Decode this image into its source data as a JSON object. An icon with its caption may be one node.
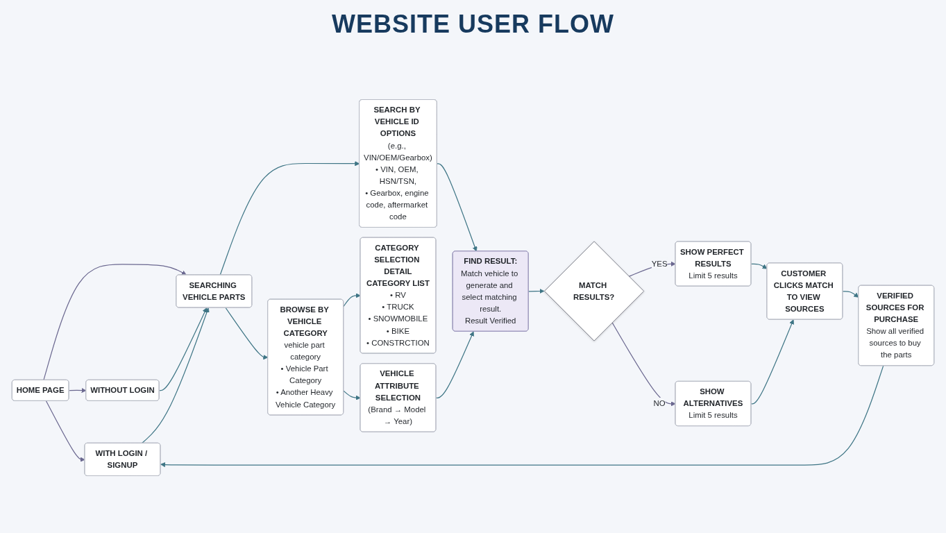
{
  "diagram": {
    "title": "WEBSITE USER FLOW",
    "nodes": [
      {
        "text": [
          "WITHOUT LOGIN"
        ]
      },
      {
        "text": [
          "HOME PAGE"
        ]
      },
      {
        "text": [
          "WITH LOGIN / SIGNUP"
        ]
      },
      {
        "text": [
          "SEARCHING VEHICLE PARTS"
        ]
      },
      {
        "text": [
          "SEARCH BY VEHICLE ID OPTIONS",
          "(e.g., VIN/OEM/Gearbox)",
          "• VIN, OEM, HSN/TSN,",
          "• Gearbox, engine code, aftermarket code"
        ]
      },
      {
        "text": [
          "BROWSE BY VEHICLE CATEGORY",
          "vehicle part category",
          "• Vehicle Part Category",
          "• Another Heavy Vehicle Category"
        ]
      },
      {
        "text": [
          "CATEGORY SELECTION DETAIL",
          "CATEGORY LIST",
          "• RV",
          "• TRUCK",
          "• SNOWMOBILE",
          "• BIKE",
          "• CONSTRCTION"
        ]
      },
      {
        "text": [
          "VEHICLE ATTRIBUTE SELECTION",
          "(Brand → Model → Year)"
        ]
      },
      {
        "text": [
          "FIND RESULT:",
          "Match vehicle to generate and select matching result.",
          "Result Verified"
        ]
      },
      {
        "text": [
          "MATCH RESULTS?"
        ]
      },
      {
        "text": [
          "SHOW PERFECT RESULTS",
          "Limit 5 results"
        ]
      },
      {
        "text": [
          "SHOW ALTERNATIVES",
          "Limit 5 results"
        ]
      },
      {
        "text": [
          "CUSTOMER CLICKS MATCH TO VIEW SOURCES"
        ]
      },
      {
        "text": [
          "VERIFIED SOURCES FOR PURCHASE",
          "Show all verified sources to buy the parts"
        ]
      }
    ],
    "edges": [
      {
        "from": 1,
        "to": 2,
        "arrow": "to",
        "color": "#6b6890"
      },
      {
        "from": 1,
        "to": 0,
        "arrow": "to",
        "color": "#6b6890"
      },
      {
        "from": 1,
        "to": 3,
        "arrow": "to",
        "color": "#6b6890"
      },
      {
        "from": 0,
        "to": 3,
        "arrow": "to"
      },
      {
        "from": 2,
        "to": 3,
        "arrow": "to"
      },
      {
        "from": 3,
        "to": 4,
        "arrow": "to"
      },
      {
        "from": 3,
        "to": 5,
        "arrow": "to"
      },
      {
        "from": 5,
        "to": 6,
        "arrow": "to"
      },
      {
        "from": 4,
        "to": 8,
        "arrow": "to"
      },
      {
        "from": 5,
        "to": 7,
        "arrow": "to"
      },
      {
        "from": 7,
        "to": 8,
        "arrow": "to"
      },
      {
        "from": 8,
        "to": 9,
        "arrow": "to"
      },
      {
        "from": 9,
        "to": 10,
        "arrow": "to",
        "label": "YES",
        "color": "#6b6890"
      },
      {
        "from": 9,
        "to": 11,
        "arrow": "to",
        "label": "NO",
        "color": "#6b6890"
      },
      {
        "from": 10,
        "to": 12,
        "arrow": "to"
      },
      {
        "from": 11,
        "to": 12,
        "arrow": "to"
      },
      {
        "from": 12,
        "to": 13,
        "arrow": "to"
      },
      {
        "from": 13,
        "to": 2,
        "arrow": "to"
      }
    ]
  }
}
